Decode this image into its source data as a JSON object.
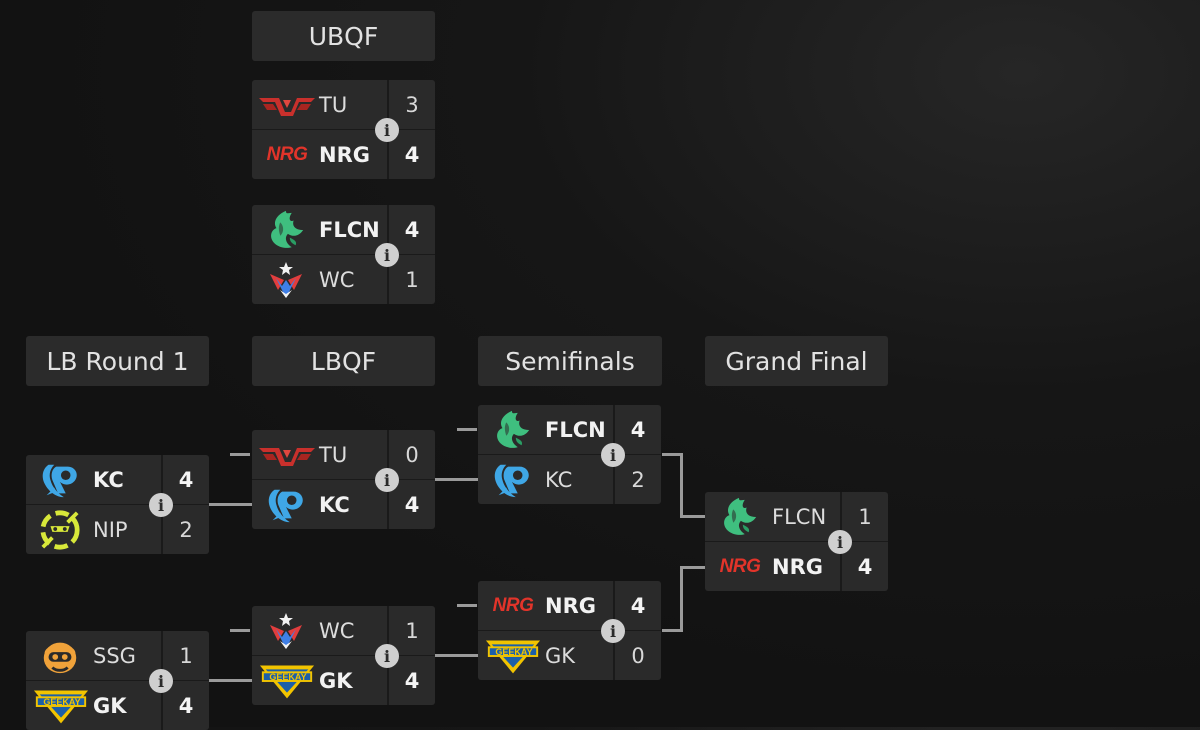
{
  "rounds": {
    "ubqf": "UBQF",
    "lb_round1": "LB Round 1",
    "lbqf": "LBQF",
    "semifinals": "Semifinals",
    "grand_final": "Grand Final"
  },
  "logos": {
    "nrg_text": "NRG",
    "gk_text": "GEEKAY"
  },
  "info_glyph": "i",
  "matches": {
    "ubqf1": {
      "t0": {
        "name": "TU",
        "score": "3"
      },
      "t1": {
        "name": "NRG",
        "score": "4"
      }
    },
    "ubqf2": {
      "t0": {
        "name": "FLCN",
        "score": "4"
      },
      "t1": {
        "name": "WC",
        "score": "1"
      }
    },
    "lbr1a": {
      "t0": {
        "name": "KC",
        "score": "4"
      },
      "t1": {
        "name": "NIP",
        "score": "2"
      }
    },
    "lbr1b": {
      "t0": {
        "name": "SSG",
        "score": "1"
      },
      "t1": {
        "name": "GK",
        "score": "4"
      }
    },
    "lbqf1": {
      "t0": {
        "name": "TU",
        "score": "0"
      },
      "t1": {
        "name": "KC",
        "score": "4"
      }
    },
    "lbqf2": {
      "t0": {
        "name": "WC",
        "score": "1"
      },
      "t1": {
        "name": "GK",
        "score": "4"
      }
    },
    "semi1": {
      "t0": {
        "name": "FLCN",
        "score": "4"
      },
      "t1": {
        "name": "KC",
        "score": "2"
      }
    },
    "semi2": {
      "t0": {
        "name": "NRG",
        "score": "4"
      },
      "t1": {
        "name": "GK",
        "score": "0"
      }
    },
    "final": {
      "t0": {
        "name": "FLCN",
        "score": "1"
      },
      "t1": {
        "name": "NRG",
        "score": "4"
      }
    }
  },
  "colors": {
    "background": "#141414",
    "card": "#2a2a2a",
    "header": "#2b2b2b",
    "connector": "#9a9a9a",
    "nrg_red": "#e2342a",
    "tu_red": "#c9302c",
    "flcn_green": "#3fbf7f",
    "kc_blue": "#3fa7e6",
    "nip_yellow": "#d8e83a",
    "ssg_orange": "#f0a23a",
    "gk_yellow": "#f2c400"
  },
  "icons": {
    "tu": "tu-wings-logo",
    "nrg": "nrg-logo",
    "flcn": "falcon-logo",
    "wc": "wc-crown-logo",
    "kc": "kc-logo",
    "nip": "nip-ninja-logo",
    "ssg": "ssg-mascot-logo",
    "gk": "geekay-logo",
    "info": "info-icon"
  }
}
